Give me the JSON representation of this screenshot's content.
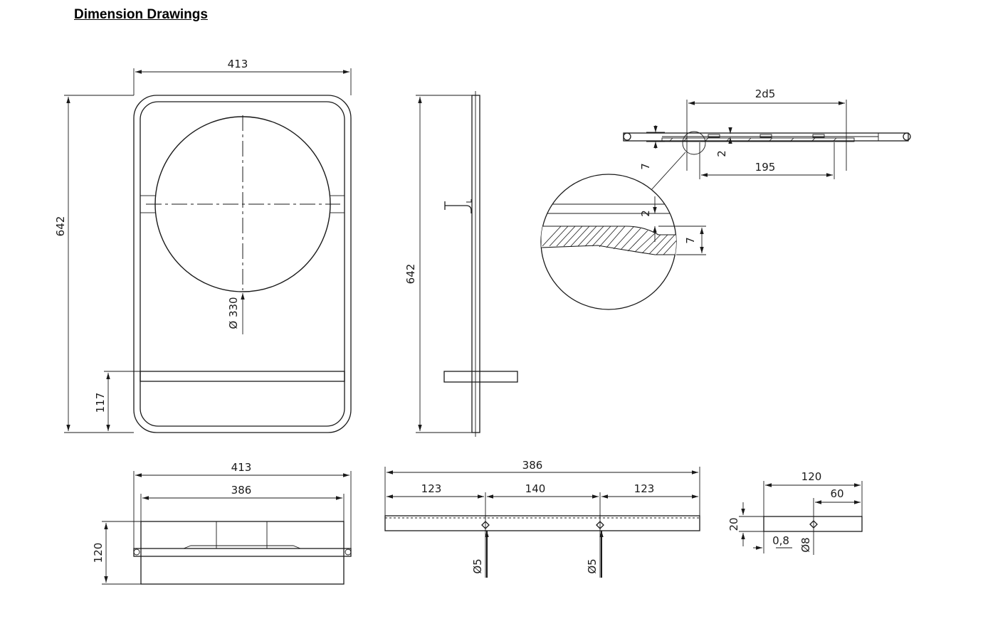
{
  "heading": "Dimension Drawings",
  "front_view": {
    "width_label": "413",
    "height_label": "642",
    "shelf_height_label": "117",
    "mirror_diameter_label": "Ø 330"
  },
  "side_view": {
    "height_label": "642"
  },
  "top_view": {
    "overall_label": "2d5",
    "inner_label": "195",
    "thickness_label": "7",
    "offset_label": "2"
  },
  "detail_view": {
    "gap_label": "2",
    "thickness_label": "7"
  },
  "plan_view": {
    "outer_width_label": "413",
    "inner_width_label": "386",
    "depth_label": "120"
  },
  "shelf_front": {
    "overall_label": "386",
    "left_label": "123",
    "middle_label": "140",
    "right_label": "123",
    "hole_left_label": "Ø5",
    "hole_right_label": "Ø5"
  },
  "shelf_side": {
    "depth_label": "120",
    "hole_offset_label": "60",
    "height_label": "20",
    "edge_label": "0,8",
    "hole_label": "Ø8"
  },
  "colors": {
    "line": "#1a1a1a",
    "background": "#ffffff"
  }
}
